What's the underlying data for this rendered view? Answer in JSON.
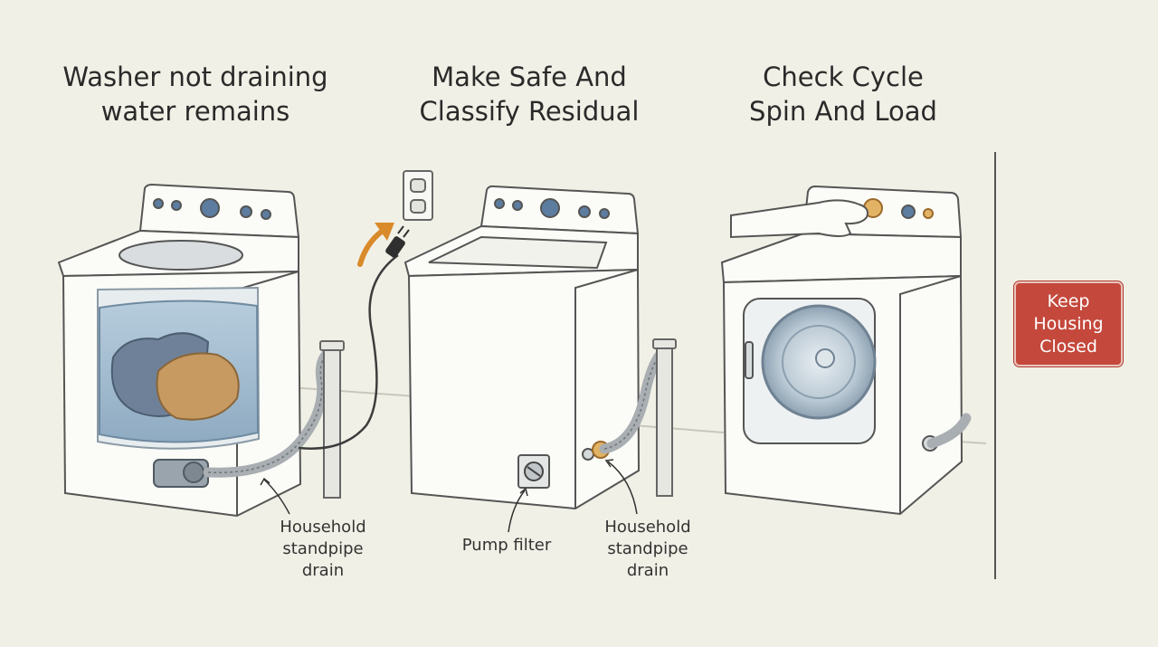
{
  "panels": [
    {
      "title_lines": [
        "Washer not draining",
        "water remains"
      ],
      "label_lines": [
        "Household",
        "standpipe",
        "drain"
      ]
    },
    {
      "title_lines": [
        "Make Safe And",
        "Classify Residual"
      ],
      "labels": [
        {
          "lines": [
            "Pump filter"
          ]
        },
        {
          "lines": [
            "Household",
            "standpipe",
            "drain"
          ]
        }
      ]
    },
    {
      "title_lines": [
        "Check Cycle",
        "Spin And Load"
      ]
    }
  ],
  "warning": {
    "lines": [
      "Keep",
      "Housing",
      "Closed"
    ],
    "color": "#c4483c"
  },
  "colors": {
    "background": "#f1f0e6",
    "water": "#9fb9cc",
    "accent_arrow": "#d98a2b"
  }
}
